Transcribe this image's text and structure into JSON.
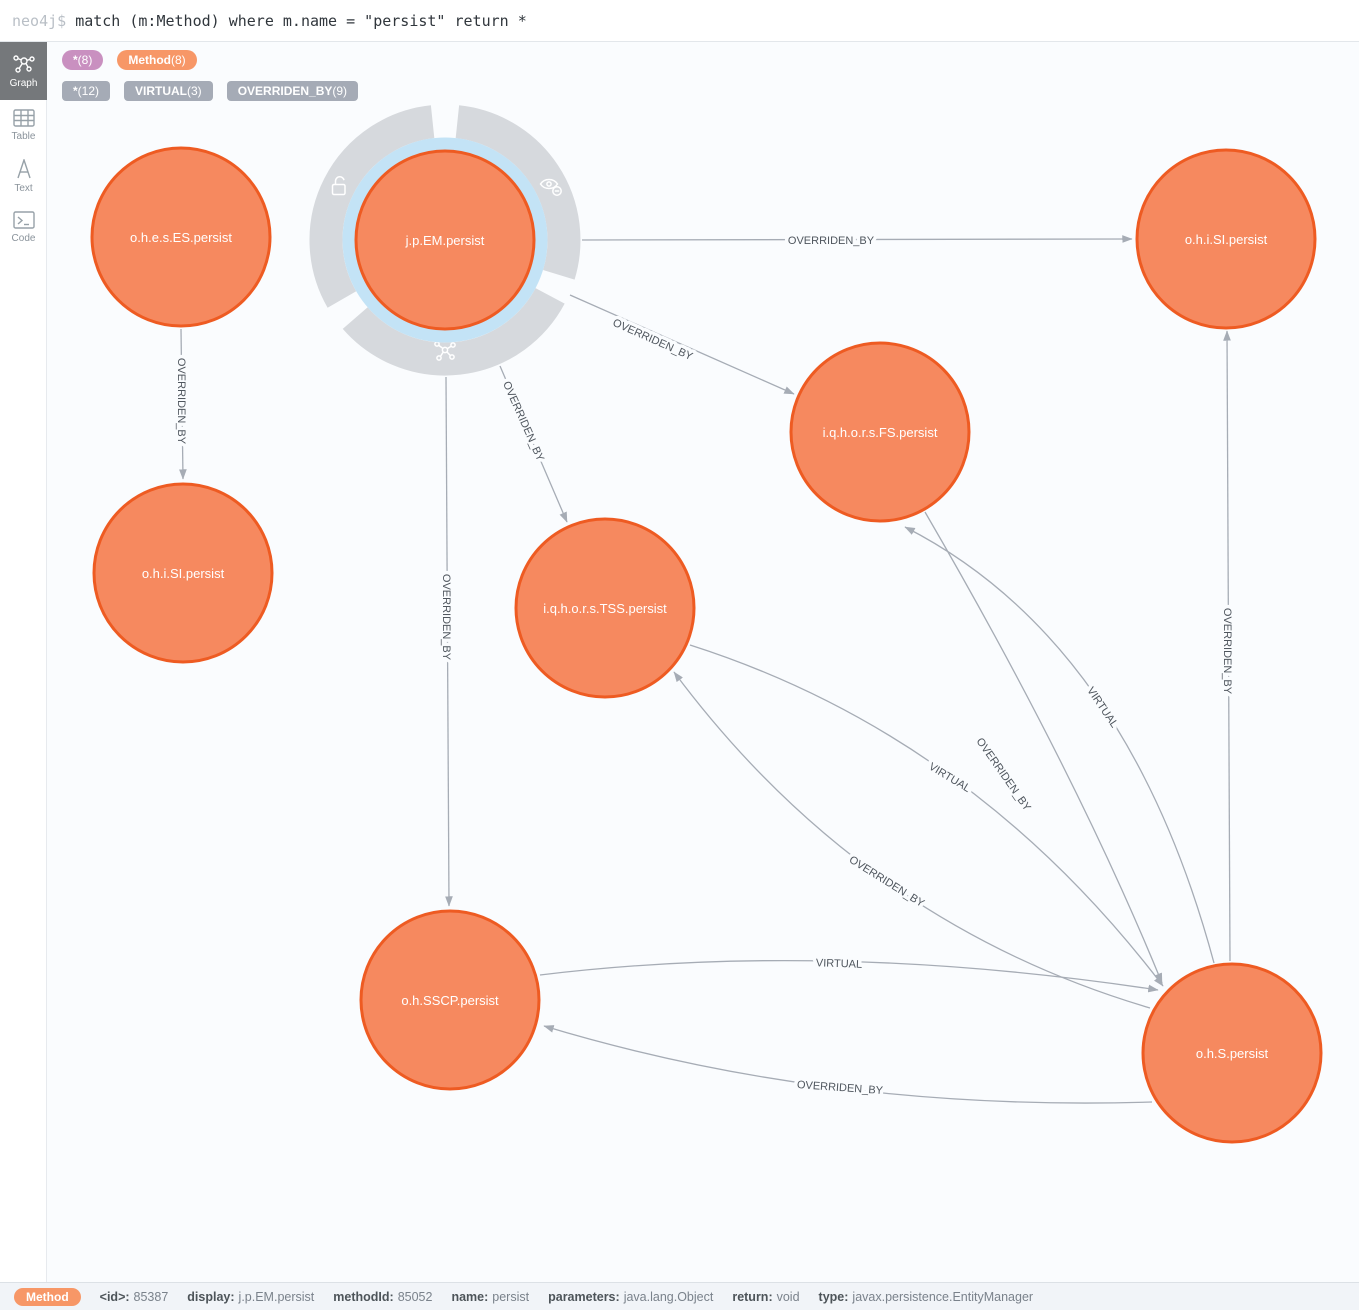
{
  "editor": {
    "prompt": "neo4j$",
    "query": "match (m:Method) where m.name = \"persist\" return *"
  },
  "sidebar": {
    "items": [
      {
        "label": "Graph"
      },
      {
        "label": "Table"
      },
      {
        "label": "Text"
      },
      {
        "label": "Code"
      }
    ]
  },
  "legend": {
    "node_badges": [
      {
        "label": "*",
        "count": "(8)",
        "color": "#C990C0"
      },
      {
        "label": "Method",
        "count": "(8)",
        "color": "#F79767"
      }
    ],
    "relationship_badges": [
      {
        "label": "*",
        "count": "(12)"
      },
      {
        "label": "VIRTUAL",
        "count": "(3)"
      },
      {
        "label": "OVERRIDEN_BY",
        "count": "(9)"
      }
    ]
  },
  "graph": {
    "nodes": [
      {
        "label": "o.h.e.s.ES.persist"
      },
      {
        "label": "j.p.EM.persist",
        "selected": true
      },
      {
        "label": "o.h.i.SI.persist"
      },
      {
        "label": "i.q.h.o.r.s.FS.persist"
      },
      {
        "label": "o.h.i.SI.persist"
      },
      {
        "label": "i.q.h.o.r.s.TSS.persist"
      },
      {
        "label": "o.h.SSCP.persist"
      },
      {
        "label": "o.h.S.persist"
      }
    ],
    "edges": [
      {
        "label": "OVERRIDEN_BY"
      },
      {
        "label": "OVERRIDEN_BY"
      },
      {
        "label": "OVERRIDEN_BY"
      },
      {
        "label": "OVERRIDEN_BY"
      },
      {
        "label": "OVERRIDEN_BY"
      },
      {
        "label": "OVERRIDEN_BY"
      },
      {
        "label": "OVERRIDEN_BY"
      },
      {
        "label": "OVERRIDEN_BY"
      },
      {
        "label": "OVERRIDEN_BY"
      },
      {
        "label": "VIRTUAL"
      },
      {
        "label": "VIRTUAL"
      },
      {
        "label": "VIRTUAL"
      }
    ]
  },
  "inspector": {
    "badge": "Method",
    "properties": [
      {
        "key": "<id>:",
        "value": "85387"
      },
      {
        "key": "display:",
        "value": "j.p.EM.persist"
      },
      {
        "key": "methodId:",
        "value": "85052"
      },
      {
        "key": "name:",
        "value": "persist"
      },
      {
        "key": "parameters:",
        "value": "java.lang.Object"
      },
      {
        "key": "return:",
        "value": "void"
      },
      {
        "key": "type:",
        "value": "javax.persistence.EntityManager"
      }
    ]
  },
  "colors": {
    "node_fill": "#F6895F",
    "node_border": "#EE5B22",
    "relationship": "#A6ACB5",
    "label_star": "#C990C0",
    "label_method": "#F79767",
    "selection_ring": "#C3E3F6"
  }
}
